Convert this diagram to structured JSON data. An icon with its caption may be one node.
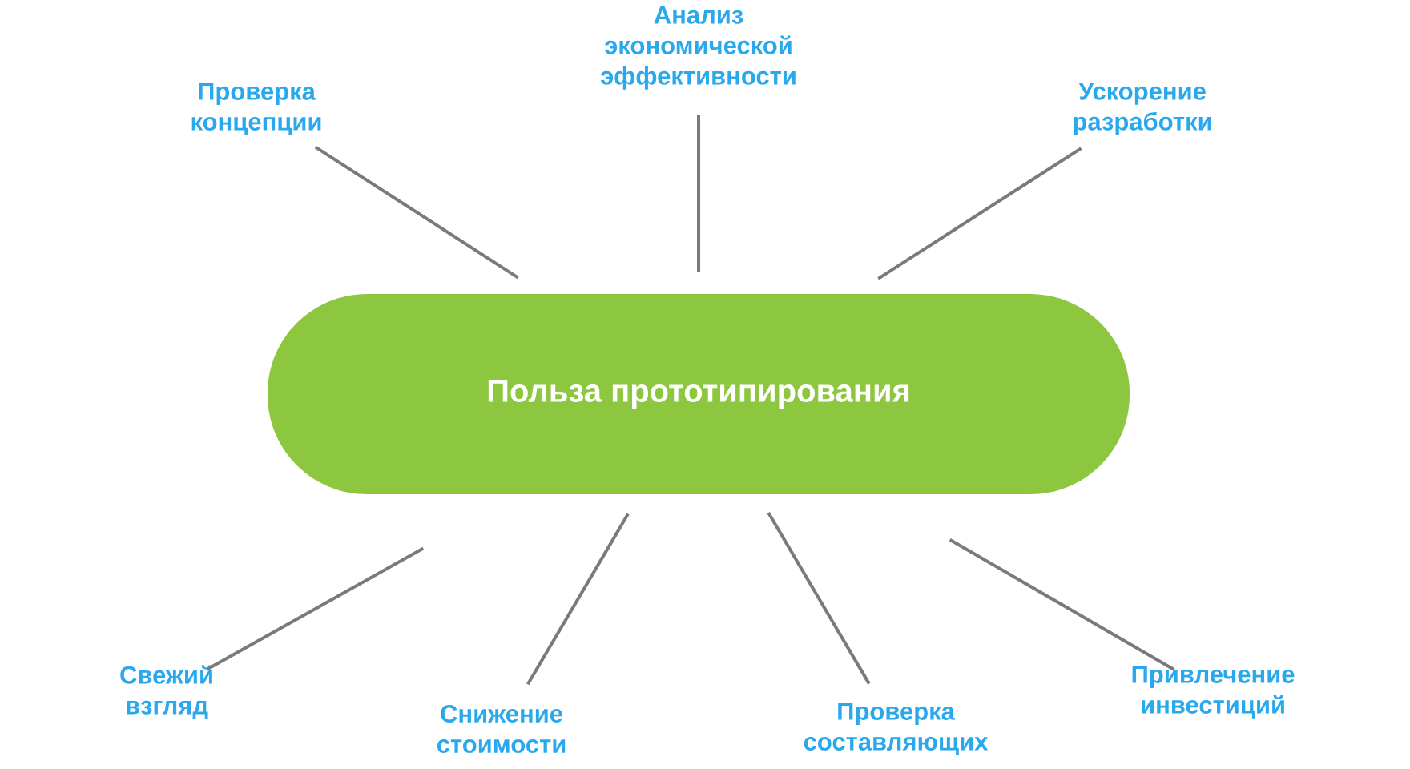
{
  "diagram": {
    "nodes": [
      {
        "text": [
          "Польза прототипирования"
        ]
      },
      {
        "text": [
          "Проверка концепции"
        ]
      },
      {
        "text": [
          "Анализ экономической эффективности"
        ]
      },
      {
        "text": [
          "Ускорение разработки"
        ]
      },
      {
        "text": [
          "Свежий взгляд"
        ]
      },
      {
        "text": [
          "Снижение стоимости"
        ]
      },
      {
        "text": [
          "Проверка составляющих"
        ]
      },
      {
        "text": [
          "Привлечение инвестиций"
        ]
      }
    ],
    "edges": [
      {
        "from": 0,
        "to": 1,
        "arrow": "none"
      },
      {
        "from": 0,
        "to": 2,
        "arrow": "none"
      },
      {
        "from": 0,
        "to": 3,
        "arrow": "none"
      },
      {
        "from": 0,
        "to": 4,
        "arrow": "none"
      },
      {
        "from": 0,
        "to": 5,
        "arrow": "none"
      },
      {
        "from": 0,
        "to": 6,
        "arrow": "none"
      },
      {
        "from": 0,
        "to": 7,
        "arrow": "none"
      }
    ]
  }
}
